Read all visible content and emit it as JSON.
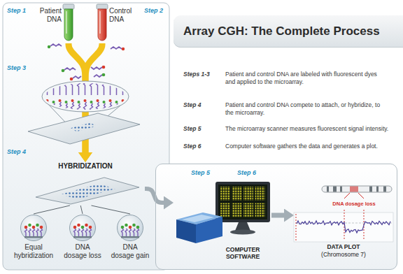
{
  "diagram": {
    "title": "Array CGH: The Complete Process",
    "nodes": [
      {
        "text": [
          "Patient DNA"
        ]
      },
      {
        "text": [
          "Control DNA"
        ]
      },
      {
        "text": [
          "HYBRIDIZATION"
        ]
      },
      {
        "text": [
          "Equal hybridization"
        ]
      },
      {
        "text": [
          "DNA dosage loss"
        ]
      },
      {
        "text": [
          "DNA dosage gain"
        ]
      },
      {
        "text": [
          "Step 5",
          "Step 6"
        ]
      },
      {
        "text": [
          "COMPUTER SOFTWARE"
        ],
        "in": 6
      },
      {
        "text": [
          "DNA dosage loss",
          "DATA PLOT",
          "(Chromosome 7)"
        ],
        "in": 6
      }
    ],
    "edges": [
      {
        "from": 0,
        "to": 2,
        "arrow": "to"
      },
      {
        "from": 1,
        "to": 2,
        "arrow": "to"
      },
      {
        "from": 2,
        "to": 3,
        "arrow": "none"
      },
      {
        "from": 2,
        "to": 4,
        "arrow": "none"
      },
      {
        "from": 2,
        "to": 5,
        "arrow": "none"
      },
      {
        "from": 2,
        "to": 7,
        "arrow": "to"
      },
      {
        "from": 7,
        "to": 8,
        "arrow": "to"
      }
    ],
    "labels": [
      "Step 1",
      "Step 2",
      "Step 3",
      "Step 4",
      "Steps 1-3",
      "Patient and control DNA are labeled with fluorescent dyes and applied to the microarray.",
      "Step 4",
      "Patient and control DNA compete to attach, or hybridize, to the microarray.",
      "Step 5",
      "The microarray scanner measures fluorescent signal intensity.",
      "Step 6",
      "Computer software gathers the data and generates a plot."
    ]
  }
}
